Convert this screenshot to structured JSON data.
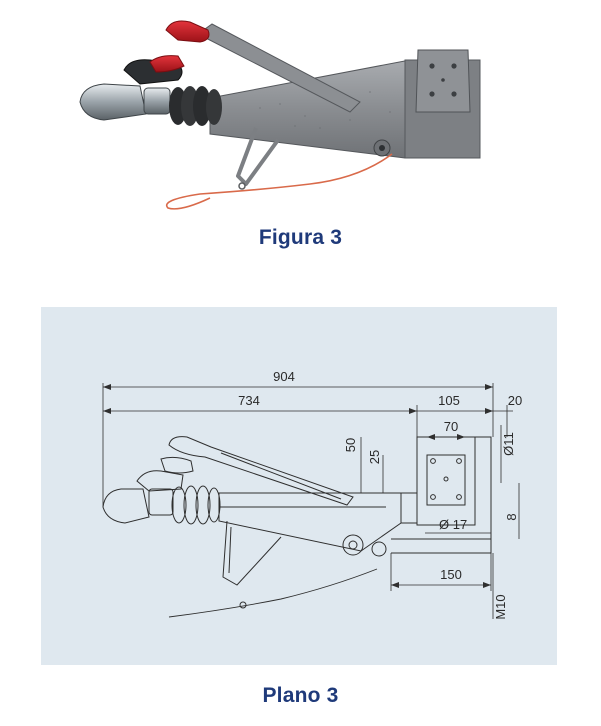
{
  "figure": {
    "caption": "Figura 3",
    "image_icon": "tow-hitch-photo",
    "colors": {
      "body": "#8c8f93",
      "handle": "#c8202a",
      "cable": "#d96a4a",
      "caption": "#1f3a7a"
    }
  },
  "plan": {
    "caption": "Plano 3",
    "background": "#dfe8ef",
    "dimensions": {
      "overall_length": "904",
      "length_to_mount": "734",
      "mount_width": "105",
      "end_offset": "20",
      "hole_spacing": "70",
      "vertical_50": "50",
      "vertical_25": "25",
      "hole_diameter_11": "Ø11",
      "hole_diameter_17": "Ø 17",
      "height_8": "8",
      "bottom_length": "150",
      "thread": "M10"
    }
  }
}
